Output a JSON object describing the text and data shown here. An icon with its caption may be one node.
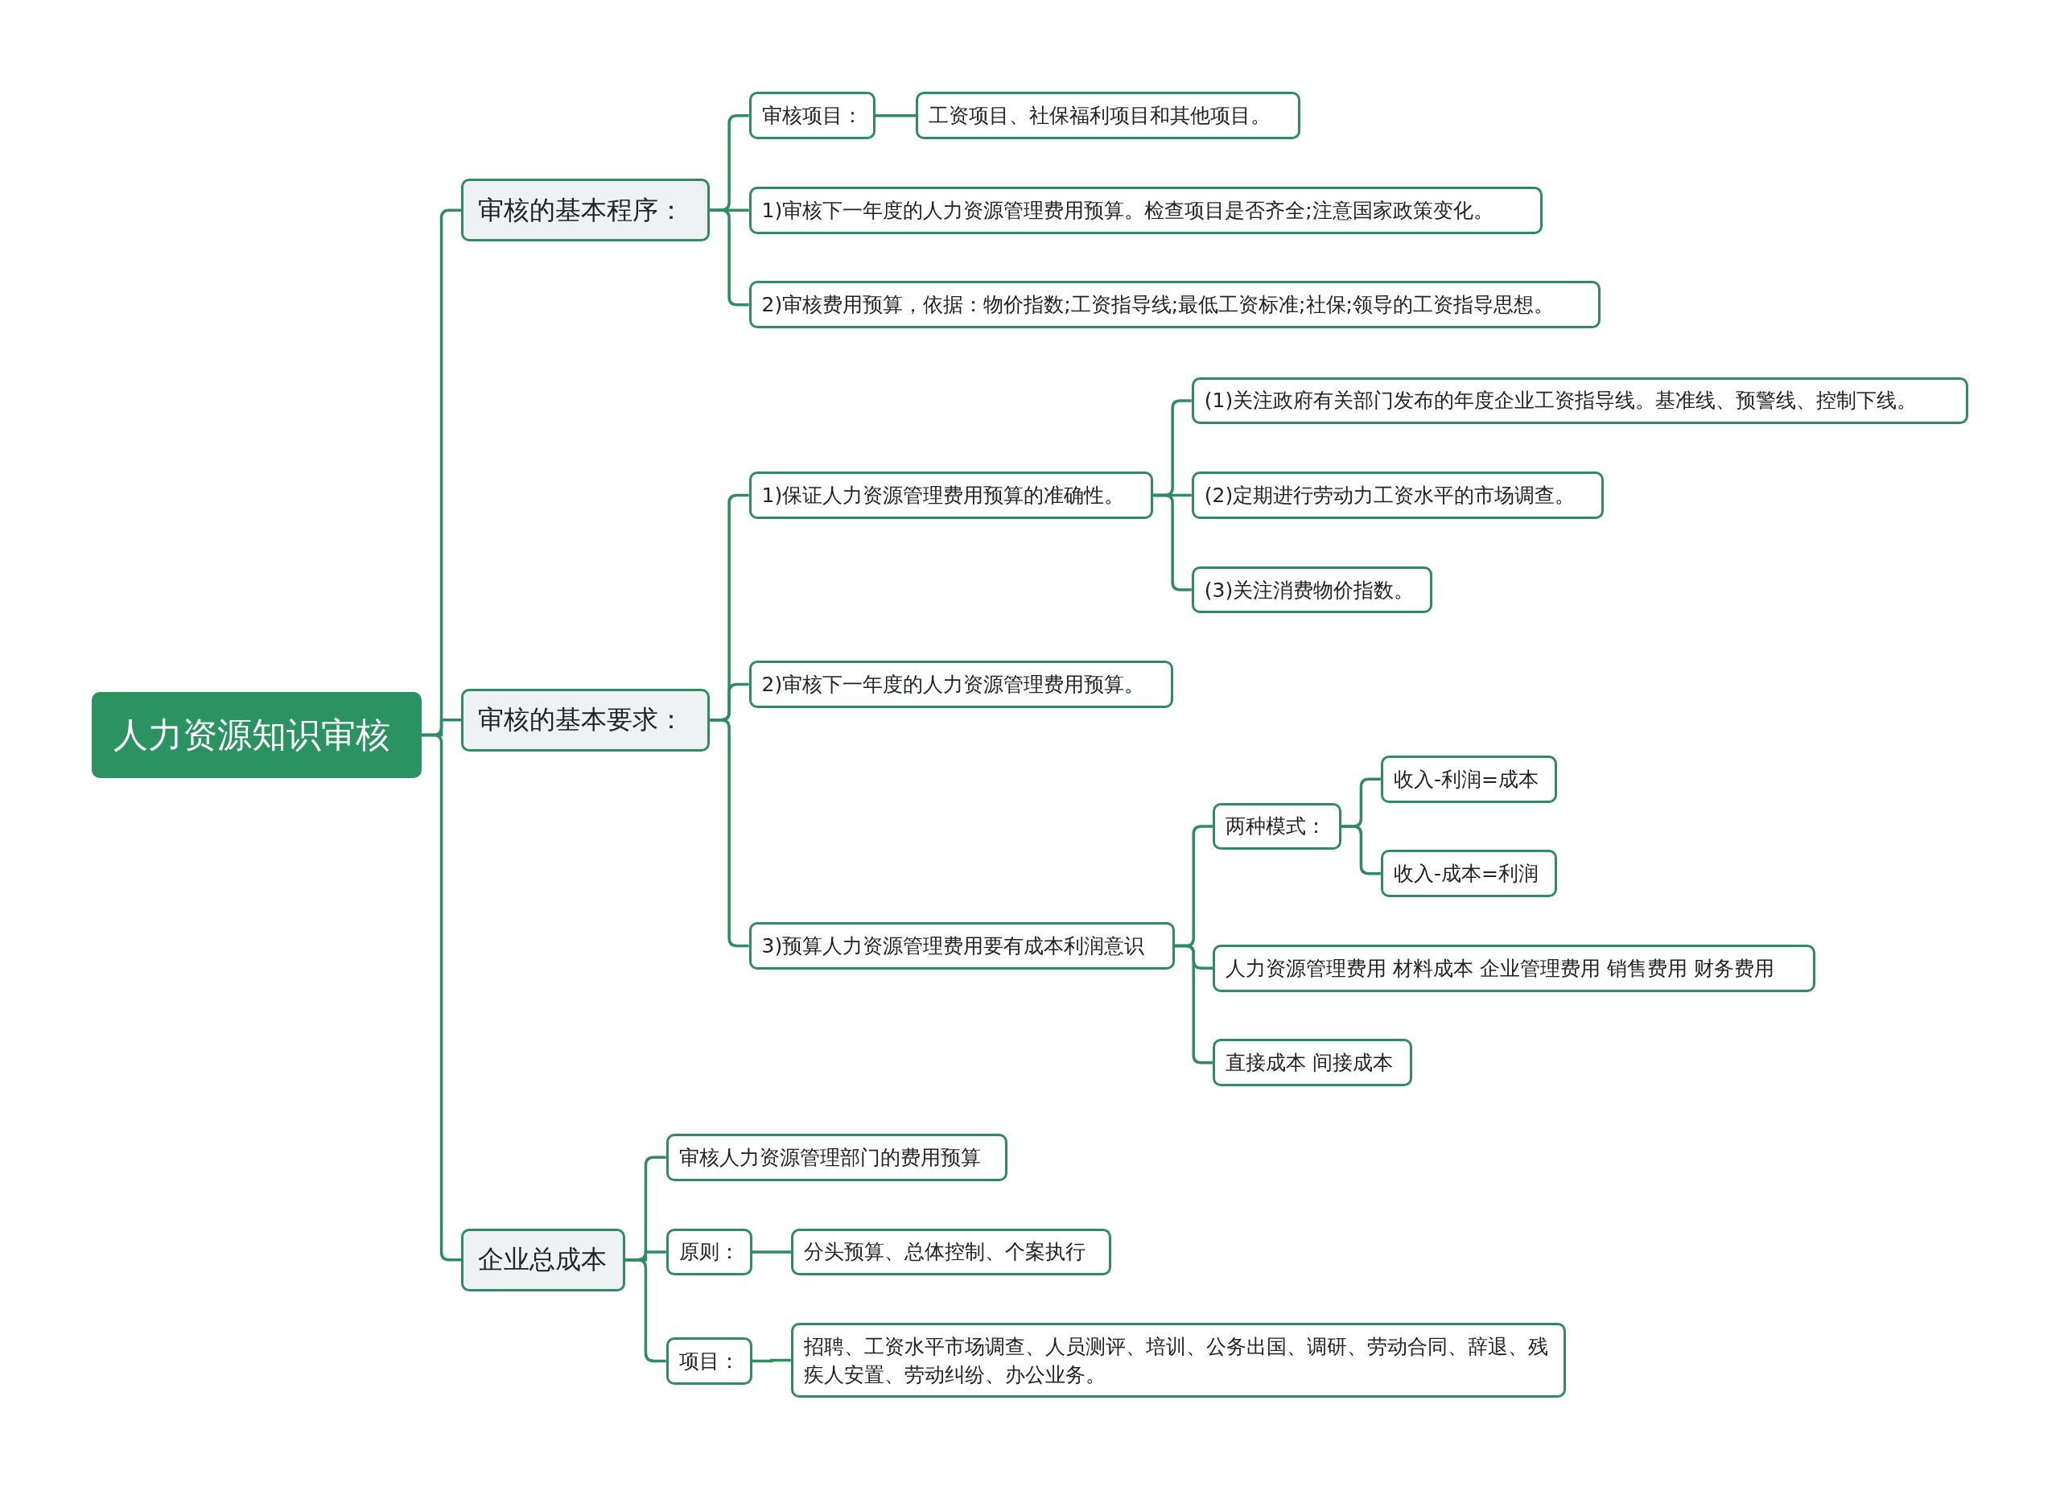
{
  "diagram": {
    "nodes": [
      {
        "text": [
          "人力资源知识审核"
        ]
      },
      {
        "text": [
          "审核的基本程序："
        ]
      },
      {
        "text": [
          "审核项目："
        ]
      },
      {
        "text": [
          "工资项目、社保福利项目和其他项目。"
        ]
      },
      {
        "text": [
          "1)审核下一年度的人力资源管理费用预算。检查项目是否齐全;注意国家政策变化。"
        ]
      },
      {
        "text": [
          "2)审核费用预算，依据：物价指数;工资指导线;最低工资标准;社保;领导的工资指导思想。"
        ]
      },
      {
        "text": [
          "审核的基本要求："
        ]
      },
      {
        "text": [
          "1)保证人力资源管理费用预算的准确性。"
        ]
      },
      {
        "text": [
          "(1)关注政府有关部门发布的年度企业工资指导线。基准线、预警线、控制下线。"
        ]
      },
      {
        "text": [
          "(2)定期进行劳动力工资水平的市场调查。"
        ]
      },
      {
        "text": [
          "(3)关注消费物价指数。"
        ]
      },
      {
        "text": [
          "2)审核下一年度的人力资源管理费用预算。"
        ]
      },
      {
        "text": [
          "3)预算人力资源管理费用要有成本利润意识"
        ]
      },
      {
        "text": [
          "两种模式："
        ]
      },
      {
        "text": [
          "收入-利润=成本"
        ]
      },
      {
        "text": [
          "收入-成本=利润"
        ]
      },
      {
        "text": [
          "人力资源管理费用 材料成本 企业管理费用 销售费用 财务费用"
        ]
      },
      {
        "text": [
          "直接成本 间接成本"
        ]
      },
      {
        "text": [
          "企业总成本"
        ]
      },
      {
        "text": [
          "审核人力资源管理部门的费用预算"
        ]
      },
      {
        "text": [
          "原则："
        ]
      },
      {
        "text": [
          "分头预算、总体控制、个案执行"
        ]
      },
      {
        "text": [
          "项目："
        ]
      },
      {
        "text": [
          "招聘、工资水平市场调查、人员测评、培训、公务出国、调研、劳动合同、辞退、残疾人安置、劳动纠纷、办公业务。"
        ]
      }
    ],
    "edges": [
      {
        "from": 0,
        "to": 1,
        "arrow": "none"
      },
      {
        "from": 1,
        "to": 2,
        "arrow": "none"
      },
      {
        "from": 2,
        "to": 3,
        "arrow": "none"
      },
      {
        "from": 1,
        "to": 4,
        "arrow": "none"
      },
      {
        "from": 1,
        "to": 5,
        "arrow": "none"
      },
      {
        "from": 0,
        "to": 6,
        "arrow": "none"
      },
      {
        "from": 6,
        "to": 7,
        "arrow": "none"
      },
      {
        "from": 7,
        "to": 8,
        "arrow": "none"
      },
      {
        "from": 7,
        "to": 9,
        "arrow": "none"
      },
      {
        "from": 7,
        "to": 10,
        "arrow": "none"
      },
      {
        "from": 6,
        "to": 11,
        "arrow": "none"
      },
      {
        "from": 6,
        "to": 12,
        "arrow": "none"
      },
      {
        "from": 12,
        "to": 13,
        "arrow": "none"
      },
      {
        "from": 13,
        "to": 14,
        "arrow": "none"
      },
      {
        "from": 13,
        "to": 15,
        "arrow": "none"
      },
      {
        "from": 12,
        "to": 16,
        "arrow": "none"
      },
      {
        "from": 12,
        "to": 17,
        "arrow": "none"
      },
      {
        "from": 0,
        "to": 18,
        "arrow": "none"
      },
      {
        "from": 18,
        "to": 19,
        "arrow": "none"
      },
      {
        "from": 18,
        "to": 20,
        "arrow": "none"
      },
      {
        "from": 20,
        "to": 21,
        "arrow": "none"
      },
      {
        "from": 18,
        "to": 22,
        "arrow": "none"
      },
      {
        "from": 22,
        "to": 23,
        "arrow": "none"
      }
    ]
  }
}
